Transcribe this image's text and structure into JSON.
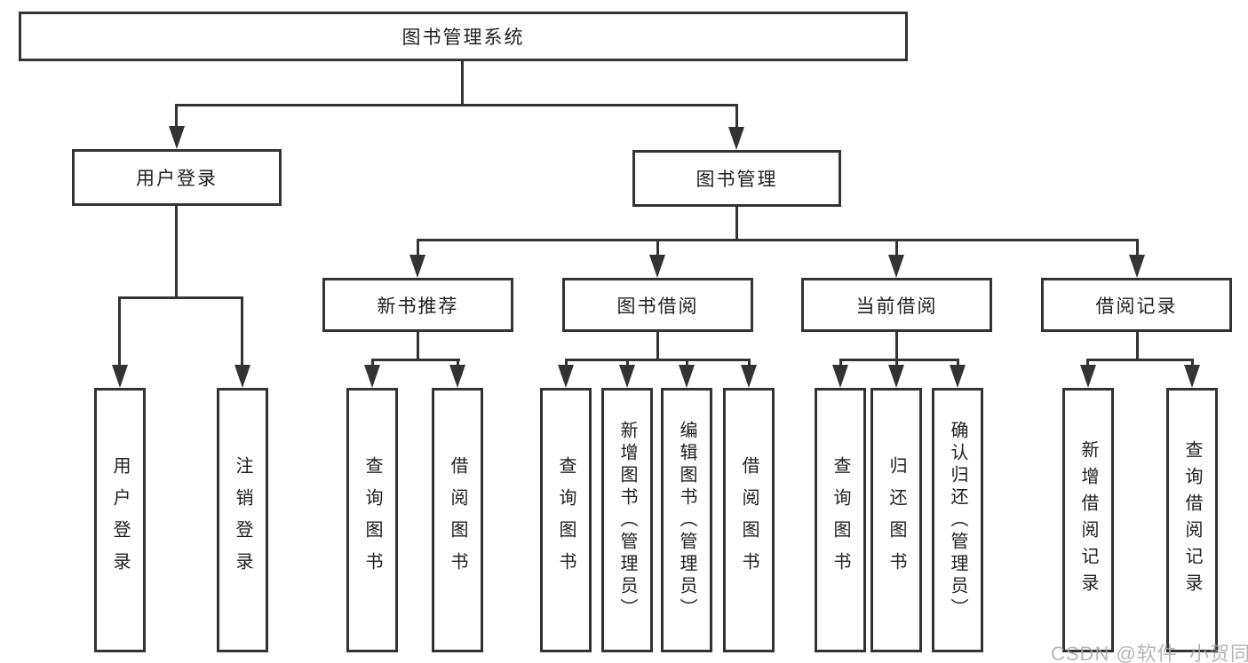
{
  "diagram": {
    "root": {
      "label": "图书管理系统"
    },
    "branches": [
      {
        "label": "用户登录",
        "children": [
          "用户登录",
          "注销登录"
        ]
      },
      {
        "label": "图书管理"
      }
    ],
    "modules": [
      {
        "label": "新书推荐",
        "children": [
          "查询图书",
          "借阅图书"
        ]
      },
      {
        "label": "图书借阅",
        "children": [
          "查询图书",
          "新增图书（管理员）",
          "编辑图书（管理员）",
          "借阅图书"
        ]
      },
      {
        "label": "当前借阅",
        "children": [
          "查询图书",
          "归还图书",
          "确认归还（管理员）"
        ]
      },
      {
        "label": "借阅记录",
        "children": [
          "新增借阅记录",
          "查询借阅记录"
        ]
      }
    ]
  },
  "watermark": {
    "text": "CSDN @软件_小贺同学"
  },
  "colors": {
    "line": "#333333",
    "box_border": "#333333",
    "box_background": "#ffffff",
    "text": "#1f1f1f",
    "watermark": "#a9a9a9",
    "page_background": "#ffffff"
  }
}
